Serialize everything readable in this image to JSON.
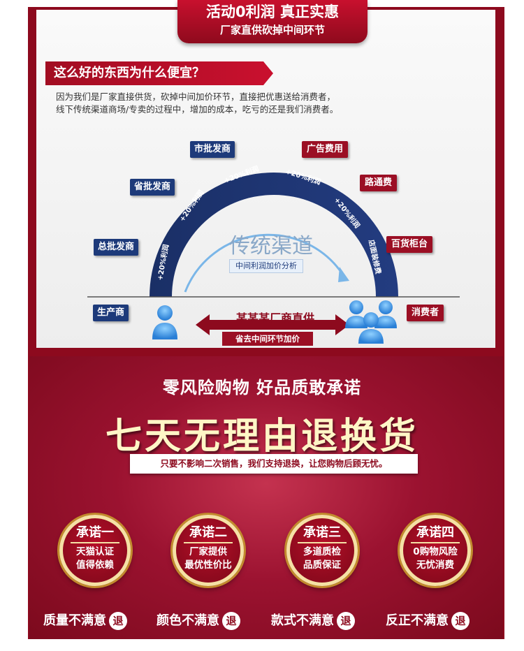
{
  "header": {
    "line1": "活动0利润 真正实惠",
    "line2": "厂家直供砍掉中间环节"
  },
  "question": {
    "title": "这么好的东西为什么便宜？"
  },
  "explanation": {
    "line1": "因为我们是厂家直接供货，砍掉中间加价环节，直接把优惠送给消费者，",
    "line2": "线下传统渠道商场/专卖的过程中，增加的成本，吃亏的还是我们消费者。"
  },
  "diagram": {
    "nodes": {
      "general_wholesaler": "总批发商",
      "provincial_wholesaler": "省批发商",
      "city_wholesaler": "市批发商",
      "advertising": "广告费用",
      "tolls": "路通费",
      "department_store": "百货柜台",
      "manufacturer": "生产商",
      "consumer": "消费者"
    },
    "profit_labels": [
      "+20%利润",
      "+20%利润",
      "+20%利润",
      "+20%利润",
      "+20%利润",
      "店面装修费"
    ],
    "center_title": "传统渠道",
    "center_subtitle": "中间利润加价分析",
    "direct_label": "某某某厂商直供",
    "direct_sub": "省去中间环节加价"
  },
  "promise": {
    "headline": "零风险购物  好品质敢承诺",
    "title": "七天无理由退换货",
    "note": "只要不影响二次销售，我们支持退换，让您购物后顾无忧。",
    "badges": [
      {
        "title": "承诺一",
        "line1": "天猫认证",
        "line2": "值得依赖"
      },
      {
        "title": "承诺二",
        "line1": "厂家提供",
        "line2": "最优性价比"
      },
      {
        "title": "承诺三",
        "line1": "多道质检",
        "line2": "品质保证"
      },
      {
        "title": "承诺四",
        "line1": "0购物风险",
        "line2": "无忧消费"
      }
    ],
    "footer": [
      {
        "text": "质量不满意",
        "tag": "退"
      },
      {
        "text": "颜色不满意",
        "tag": "退"
      },
      {
        "text": "款式不满意",
        "tag": "退"
      },
      {
        "text": "反正不满意",
        "tag": "退"
      }
    ]
  }
}
